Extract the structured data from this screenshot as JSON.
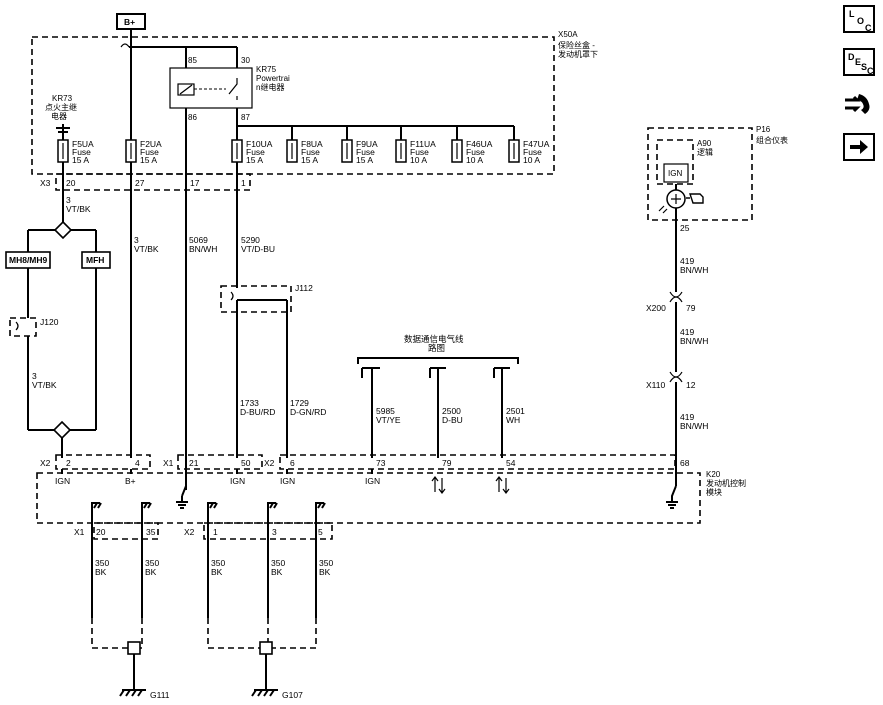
{
  "supply": {
    "bplus": "B+"
  },
  "fuseblock": {
    "id": "X50A",
    "name1": "保险丝盒 -",
    "name2": "发动机罩下"
  },
  "relay": {
    "id": "KR75",
    "name1": "Powertrai",
    "name2": "n继电器",
    "p85": "85",
    "p30": "30",
    "p86": "86",
    "p87": "87"
  },
  "ignrelay": {
    "id": "KR73",
    "name1": "点火主继",
    "name2": "电器"
  },
  "fuses": [
    {
      "name": "F5UA",
      "type": "Fuse",
      "rating": "15 A"
    },
    {
      "name": "F2UA",
      "type": "Fuse",
      "rating": "15 A"
    },
    {
      "name": "F10UA",
      "type": "Fuse",
      "rating": "15 A"
    },
    {
      "name": "F8UA",
      "type": "Fuse",
      "rating": "15 A"
    },
    {
      "name": "F9UA",
      "type": "Fuse",
      "rating": "15 A"
    },
    {
      "name": "F11UA",
      "type": "Fuse",
      "rating": "10 A"
    },
    {
      "name": "F46UA",
      "type": "Fuse",
      "rating": "10 A"
    },
    {
      "name": "F47UA",
      "type": "Fuse",
      "rating": "10 A"
    }
  ],
  "x3": {
    "label": "X3",
    "p20": "20",
    "p27": "27",
    "p17": "17",
    "p1": "1"
  },
  "wires": {
    "w3a": {
      "num": "3",
      "color": "VT/BK"
    },
    "w3b": {
      "num": "3",
      "color": "VT/BK"
    },
    "w3c": {
      "num": "3",
      "color": "VT/BK"
    },
    "w5069": {
      "num": "5069",
      "color": "BN/WH"
    },
    "w5290": {
      "num": "5290",
      "color": "VT/D-BU"
    },
    "w1733": {
      "num": "1733",
      "color": "D-BU/RD"
    },
    "w1729": {
      "num": "1729",
      "color": "D-GN/RD"
    },
    "w5985": {
      "num": "5985",
      "color": "VT/YE"
    },
    "w2500": {
      "num": "2500",
      "color": "D-BU"
    },
    "w2501": {
      "num": "2501",
      "color": "WH"
    },
    "w419a": {
      "num": "419",
      "color": "BN/WH"
    },
    "w419b": {
      "num": "419",
      "color": "BN/WH"
    },
    "w419c": {
      "num": "419",
      "color": "BN/WH"
    }
  },
  "mh": {
    "left": "MH8/MH9",
    "right": "MFH"
  },
  "j120": "J120",
  "j112": "J112",
  "datalink": {
    "line1": "数据通信电气线",
    "line2": "路图"
  },
  "cluster": {
    "id": "P16",
    "name": "组合仪表",
    "logic_id": "A90",
    "logic_name": "逻辑",
    "ign": "IGN",
    "pin": "25"
  },
  "inline": {
    "x200": "X200",
    "x200pin": "79",
    "x110": "X110",
    "x110pin": "12"
  },
  "ecm": {
    "id": "K20",
    "name1": "发动机控制",
    "name2": "模块",
    "x2": "X2",
    "x1": "X1",
    "x2b": "X2",
    "pins": {
      "p2": "2",
      "p4": "4",
      "p21": "21",
      "p50": "50",
      "p6": "6",
      "p73": "73",
      "p79": "79",
      "p54": "54",
      "p68": "68"
    },
    "ign": "IGN",
    "bplus": "B+"
  },
  "grounds": {
    "x1": "X1",
    "x2": "X2",
    "pins": [
      "20",
      "35",
      "1",
      "3",
      "5"
    ],
    "wire": {
      "num": "350",
      "color": "BK"
    },
    "g111": "G111",
    "g107": "G107"
  },
  "buttons": {
    "loc": [
      "L",
      "O",
      "C"
    ],
    "desc": [
      "D",
      "E",
      "S",
      "C"
    ]
  }
}
